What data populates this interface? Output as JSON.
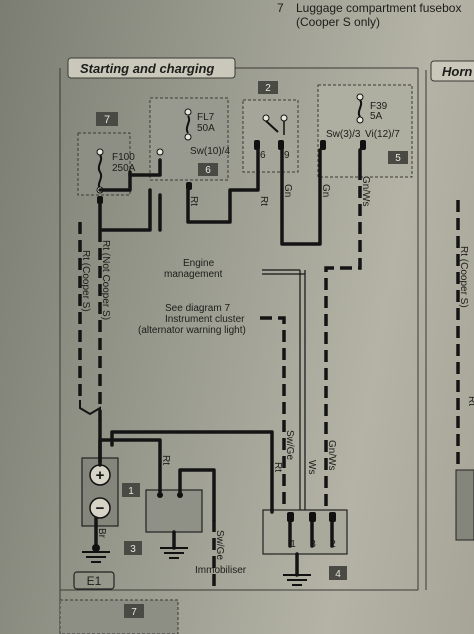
{
  "legend": {
    "item_number": "7",
    "item_text": "Luggage compartment fusebox",
    "item_subtext": "(Cooper S only)"
  },
  "section_title": "Starting and charging",
  "next_section_title": "Horn",
  "fuses": {
    "f100": {
      "box": "7",
      "name": "F100",
      "rating": "250A"
    },
    "fl7": {
      "box": "6",
      "name": "FL7",
      "rating": "50A",
      "pin": "Sw(10)/4"
    },
    "relay": {
      "box": "2",
      "pin_a": "6",
      "pin_b": "9"
    },
    "f39": {
      "box": "5",
      "name": "F39",
      "rating": "5A",
      "pin_a": "Sw(3)/3",
      "pin_b": "Vi(12)/7"
    }
  },
  "wires": {
    "rt": "Rt",
    "gn": "Gn",
    "gn_ws": "Gn/Ws",
    "sw_ge": "Sw/Ge",
    "ws": "Ws",
    "br": "Br",
    "rt_not_cooper_s": "Rt (Not Cooper S)",
    "rt_cooper_s": "Rt (Cooper S)"
  },
  "notes": {
    "engine": "Engine",
    "management": "management",
    "see_diagram": "See diagram 7",
    "instrument_cluster": "Instrument cluster",
    "warning_light": "(alternator warning light)",
    "immobiliser": "Immobiliser"
  },
  "components": {
    "battery": {
      "box": "1",
      "plus": "+",
      "minus": "−"
    },
    "starter": {
      "box": "3"
    },
    "alternator": {
      "box": "4",
      "pin_1": "1",
      "pin_3": "3",
      "pin_2": "2"
    }
  },
  "earth": "E1",
  "bottom_box": "7",
  "right_column": {
    "wire_1": "Rt (Cooper S)",
    "wire_2": "Rt"
  }
}
